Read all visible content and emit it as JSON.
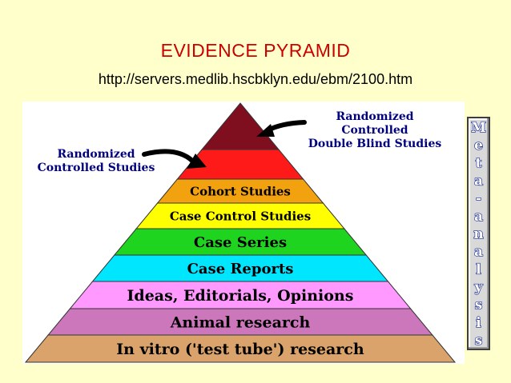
{
  "header": {
    "title": "EVIDENCE PYRAMID",
    "url": "http://servers.medlib.hscbklyn.edu/ebm/2100.htm"
  },
  "pyramid": {
    "levels": [
      {
        "label": "",
        "color": "#7f0f1f"
      },
      {
        "label": "",
        "color": "#ff1a1a"
      },
      {
        "label": "Cohort Studies",
        "color": "#f2a10f"
      },
      {
        "label": "Case Control Studies",
        "color": "#ffff00"
      },
      {
        "label": "Case Series",
        "color": "#1fd41f"
      },
      {
        "label": "Case Reports",
        "color": "#00e6ff"
      },
      {
        "label": "Ideas, Editorials, Opinions",
        "color": "#ff99ff"
      },
      {
        "label": "Animal research",
        "color": "#cc77bb"
      },
      {
        "label": "In vitro ('test tube') research",
        "color": "#d9a36b"
      }
    ],
    "annotations": {
      "left_line1": "Randomized",
      "left_line2": "Controlled Studies",
      "right_line1": "Randomized",
      "right_line2": "Controlled",
      "right_line3": "Double Blind Studies"
    }
  },
  "meta_analysis": {
    "letters": [
      "M",
      "e",
      "t",
      "a",
      "-",
      "a",
      "n",
      "a",
      "l",
      "y",
      "s",
      "i",
      "s"
    ]
  }
}
